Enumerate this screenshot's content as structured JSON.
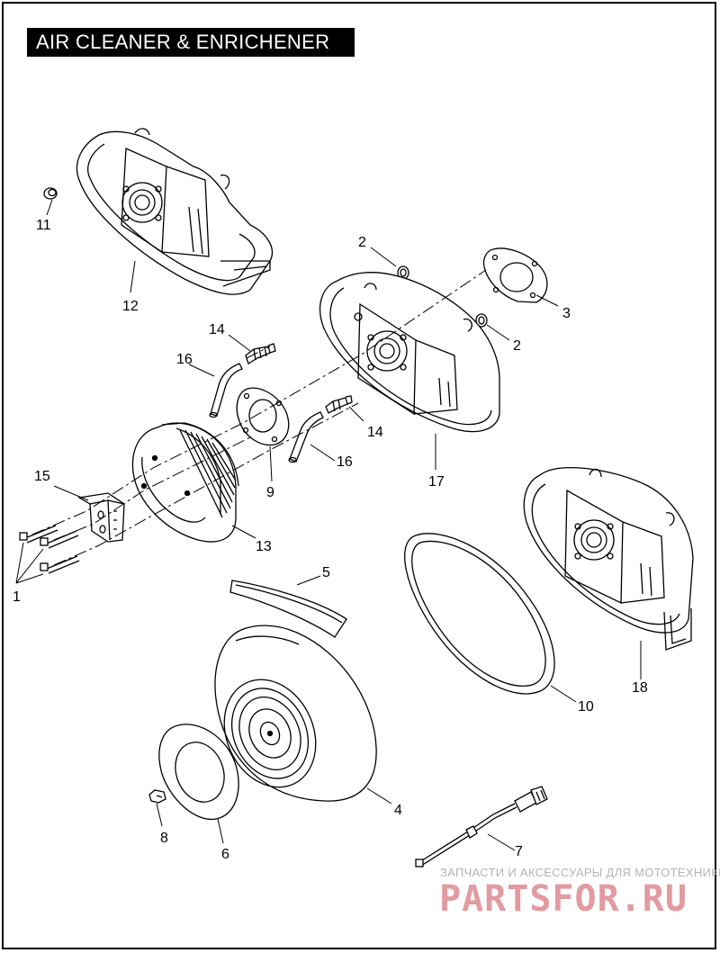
{
  "title": "AIR CLEANER & ENRICHENER",
  "callouts": {
    "c1": "1",
    "c2a": "2",
    "c2b": "2",
    "c3": "3",
    "c4": "4",
    "c5": "5",
    "c6": "6",
    "c7": "7",
    "c8": "8",
    "c9": "9",
    "c10": "10",
    "c11": "11",
    "c12": "12",
    "c13": "13",
    "c14a": "14",
    "c14b": "14",
    "c15": "15",
    "c16a": "16",
    "c16b": "16",
    "c17": "17",
    "c18": "18"
  },
  "watermark": {
    "tagline": "ЗАПЧАСТИ И АКСЕССУАРЫ ДЛЯ МОТОТЕХНИКИ",
    "brand": "PARTSFOR.RU"
  }
}
